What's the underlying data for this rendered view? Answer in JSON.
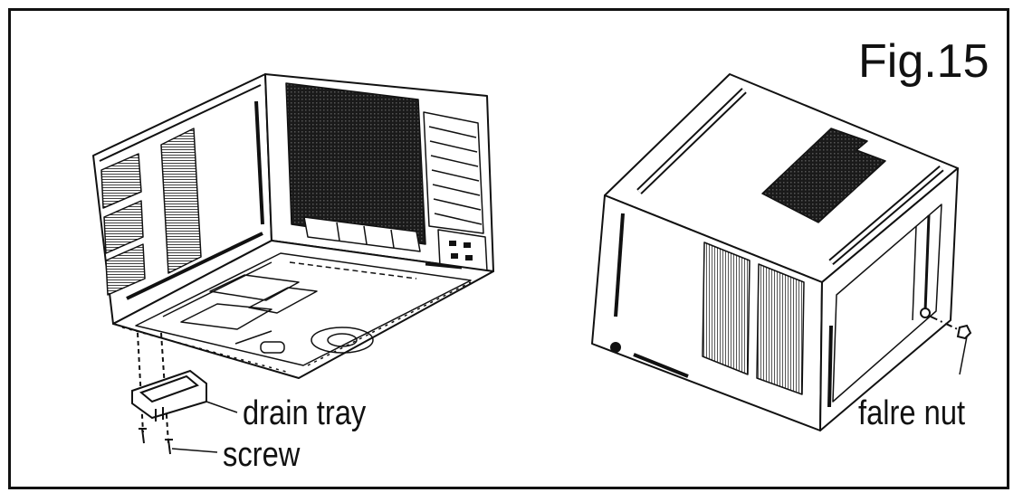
{
  "figure": {
    "title": "Fig.15",
    "labels": {
      "drain_tray": "drain tray",
      "screw": "screw",
      "flare_nut": "falre nut"
    }
  },
  "colors": {
    "line": "#111111",
    "background": "#ffffff",
    "grille": "#1a1a1a"
  }
}
